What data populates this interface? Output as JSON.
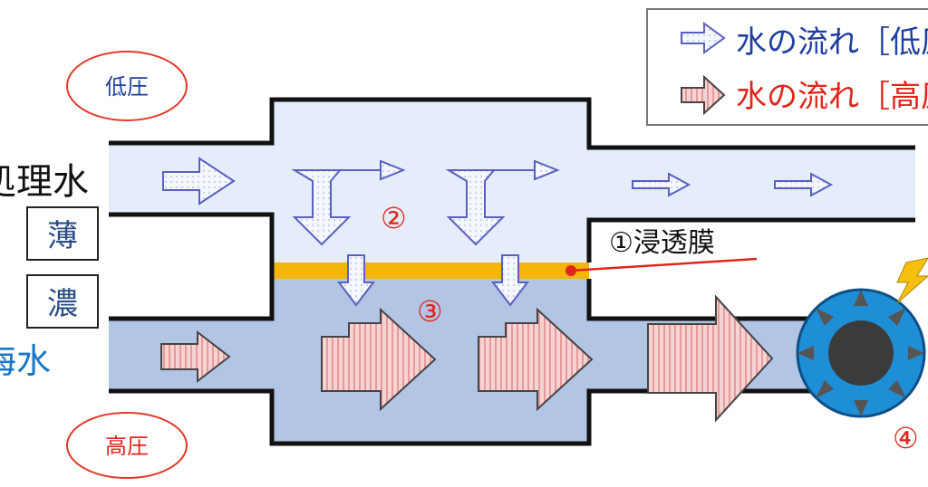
{
  "legend": {
    "low_label": "水の流れ［低圧］",
    "high_label": "水の流れ［高圧］"
  },
  "labels": {
    "treated_water": "処理水",
    "seawater": "海水",
    "dilute": "薄",
    "concentrated": "濃",
    "low_pressure": "低圧",
    "high_pressure": "高圧",
    "membrane": "①浸透膜",
    "num2": "②",
    "num3": "③",
    "num4": "④"
  },
  "colors": {
    "low_region": "#e4edf9",
    "high_region": "#b3c5e5",
    "membrane": "#f5b50a",
    "low_text": "#1f3fa0",
    "high_text": "#e0261c",
    "pump": "#1e8fd6"
  }
}
